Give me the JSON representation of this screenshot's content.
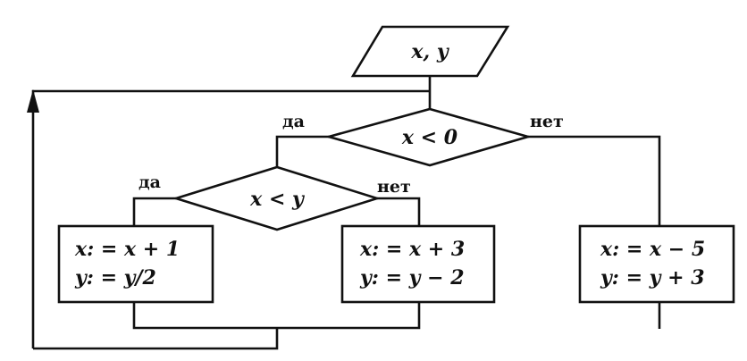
{
  "flowchart": {
    "input": "x, y",
    "condition1": "x < 0",
    "condition2": "x < y",
    "yes_label": "да",
    "no_label": "нет",
    "box_yes": [
      "x: = x + 1",
      "y: = y/2"
    ],
    "box_no": [
      "x: = x + 3",
      "y: = y − 2"
    ],
    "box_right": [
      "x: = x − 5",
      "y: = y + 3"
    ]
  }
}
